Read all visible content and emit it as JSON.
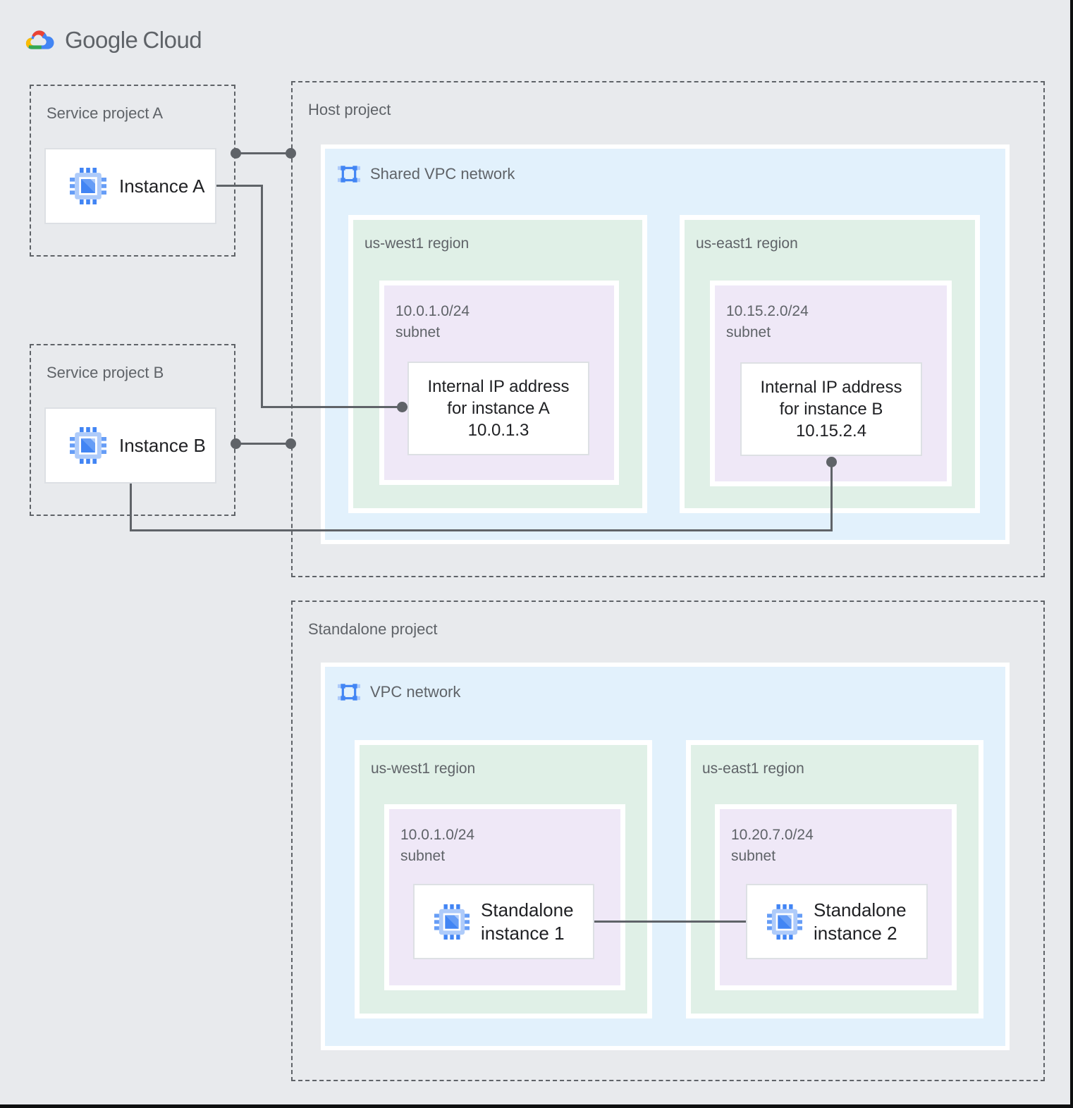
{
  "logo": {
    "brand": "Google",
    "product": "Cloud"
  },
  "colors": {
    "background": "#E8EAED",
    "network_blue": "#E2F1FC",
    "region_green": "#E0F0E7",
    "subnet_purple": "#EFE8F7",
    "connector_gray": "#5F6368",
    "text_gray": "#5F6368",
    "text_dark": "#202124",
    "card_border": "#DDE0E4",
    "google_blue": "#4285F4",
    "google_light_blue": "#AECBFA",
    "google_red": "#EA4335",
    "google_yellow": "#FBBC04",
    "google_green": "#34A853"
  },
  "service_project_a": {
    "label": "Service project A",
    "instance_label": "Instance A"
  },
  "service_project_b": {
    "label": "Service project B",
    "instance_label": "Instance B"
  },
  "host": {
    "label": "Host project",
    "network_label": "Shared VPC network",
    "regions": [
      {
        "label": "us-west1 region",
        "cidr": "10.0.1.0/24",
        "caption": "subnet",
        "card": {
          "line1": "Internal IP address",
          "line2": "for instance A",
          "line3": "10.0.1.3"
        }
      },
      {
        "label": "us-east1 region",
        "cidr": "10.15.2.0/24",
        "caption": "subnet",
        "card": {
          "line1": "Internal IP address",
          "line2": "for instance B",
          "line3": "10.15.2.4"
        }
      }
    ]
  },
  "standalone": {
    "label": "Standalone project",
    "network_label": "VPC network",
    "regions": [
      {
        "label": "us-west1 region",
        "cidr": "10.0.1.0/24",
        "caption": "subnet",
        "instance": {
          "line1": "Standalone",
          "line2": "instance 1"
        }
      },
      {
        "label": "us-east1 region",
        "cidr": "10.20.7.0/24",
        "caption": "subnet",
        "instance": {
          "line1": "Standalone",
          "line2": "instance 2"
        }
      }
    ]
  }
}
